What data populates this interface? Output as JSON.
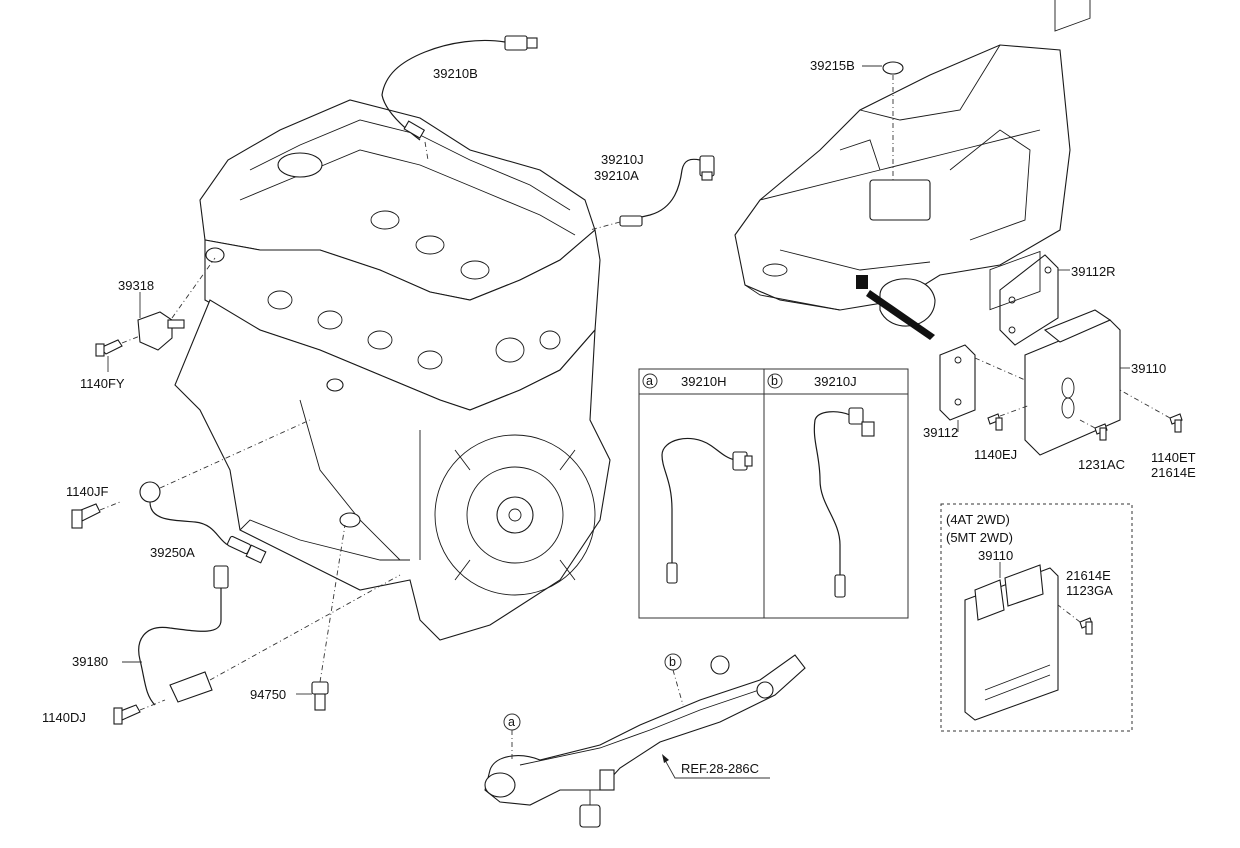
{
  "labels": {
    "p39210B": "39210B",
    "p39210J_top": "39210J",
    "p39210A": "39210A",
    "p39318": "39318",
    "p1140FY": "1140FY",
    "p1140JF": "1140JF",
    "p39250A": "39250A",
    "p39180": "39180",
    "p1140DJ": "1140DJ",
    "p94750": "94750",
    "p39215B": "39215B",
    "p39112R": "39112R",
    "p39110": "39110",
    "p39112": "39112",
    "p1140EJ": "1140EJ",
    "p1231AC": "1231AC",
    "p1140ET": "1140ET",
    "p21614E_top": "21614E",
    "ref": "REF.28-286C"
  },
  "detail_table": {
    "col_a": {
      "marker": "a",
      "part": "39210H"
    },
    "col_b": {
      "marker": "b",
      "part": "39210J"
    }
  },
  "variant_box": {
    "line1": "(4AT 2WD)",
    "line2": "(5MT 2WD)",
    "part": "39110",
    "side_part1": "21614E",
    "side_part2": "1123GA"
  },
  "markers": {
    "a": "a",
    "b": "b"
  }
}
